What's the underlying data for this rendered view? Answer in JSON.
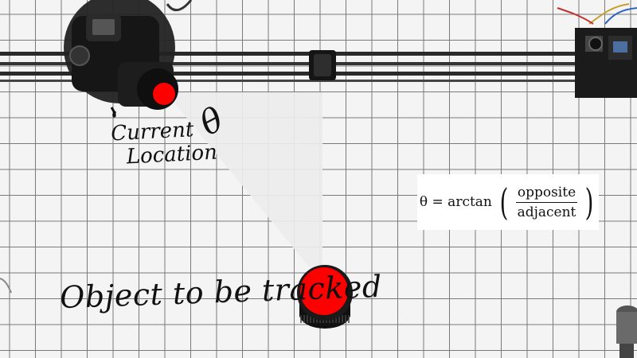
{
  "labels": {
    "current_location_line1": "Current",
    "current_location_line2": "Location",
    "theta_symbol": "θ",
    "object_label": "Object to be tracked"
  },
  "formula": {
    "lhs": "θ = arctan",
    "numerator": "opposite",
    "denominator": "adjacent"
  },
  "colors": {
    "marker_red": "#ff0000",
    "grid_line": "#7a7a7a",
    "triangle_fill": "#e9e9e9",
    "background": "#f4f4f4"
  }
}
